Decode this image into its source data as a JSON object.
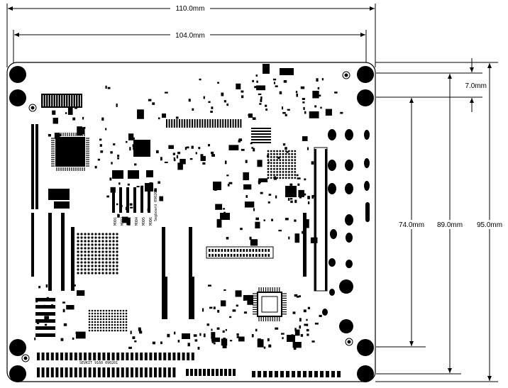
{
  "dimensions": {
    "overall_width": "110.0mm",
    "hole_spacing_x": "104.0mm",
    "hole_offset_y": "7.0mm",
    "hole_spacing_y_short": "74.0mm",
    "hole_spacing_y_long": "89.0mm",
    "overall_height": "95.0mm"
  },
  "silkscreen": {
    "board_label": "SEVKIT  9160  090201",
    "side_label": "Segboard 090201",
    "mod_labels": [
      "MOD1",
      "MOD2",
      "MOD3",
      "MOD4",
      "MOD5",
      "MOD6"
    ]
  },
  "colors": {
    "ink": "#000000",
    "board": "#ffffff",
    "background": "#ffffff"
  }
}
